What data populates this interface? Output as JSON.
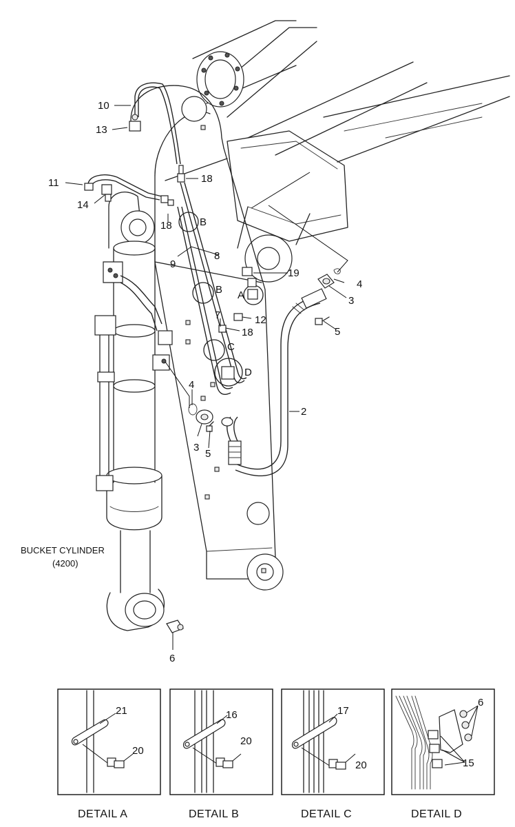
{
  "callouts": {
    "n10": "10",
    "n13": "13",
    "n11": "11",
    "n14": "14",
    "n18a": "18",
    "n18b": "18",
    "n18c": "18",
    "n9": "9",
    "n8": "8",
    "n19": "19",
    "n4a": "4",
    "n4b": "4",
    "n3a": "3",
    "n3b": "3",
    "n5a": "5",
    "n5b": "5",
    "n12": "12",
    "n7": "7",
    "n2": "2",
    "n6": "6",
    "refA": "A",
    "refB1": "B",
    "refB2": "B",
    "refC": "C",
    "refD": "D"
  },
  "cylinder_label": {
    "line1": "BUCKET CYLINDER",
    "line2": "(4200)"
  },
  "details": [
    {
      "caption": "DETAIL  A",
      "parts": [
        "21",
        "20"
      ]
    },
    {
      "caption": "DETAIL  B",
      "parts": [
        "16",
        "20"
      ]
    },
    {
      "caption": "DETAIL  C",
      "parts": [
        "17",
        "20"
      ]
    },
    {
      "caption": "DETAIL  D",
      "parts": [
        "6",
        "15"
      ]
    }
  ]
}
